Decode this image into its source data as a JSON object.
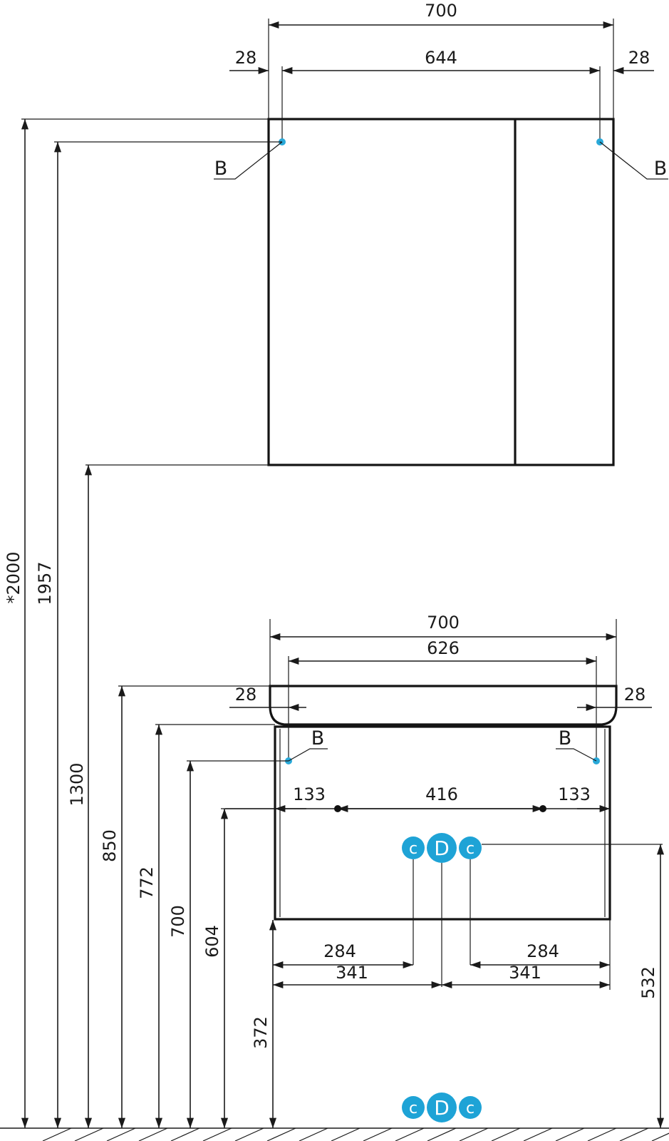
{
  "colors": {
    "line": "#1a1a1a",
    "mount_point": "#29a9d9",
    "connector": "#1ea3d6",
    "connector_text": "#ffffff",
    "screw_hole": "#111111"
  },
  "mirror_cabinet": {
    "dim_width": "700",
    "dim_inner": "644",
    "dim_left_offset": "28",
    "dim_right_offset": "28",
    "mount_label_left": "B",
    "mount_label_right": "B"
  },
  "vanity": {
    "dim_width": "700",
    "dim_inner": "626",
    "dim_left_offset": "28",
    "dim_right_offset": "28",
    "mount_label_left": "B",
    "mount_label_right": "B",
    "dim_hole_left": "133",
    "dim_hole_center": "416",
    "dim_hole_right": "133",
    "dim_pipe_left": "284",
    "dim_pipe_right": "284",
    "dim_half_left": "341",
    "dim_half_right": "341"
  },
  "connectors": {
    "cold": "c",
    "drain": "D",
    "hot": "c"
  },
  "heights": {
    "h_2000": "*2000",
    "h_1957": "1957",
    "h_1300": "1300",
    "h_850": "850",
    "h_772": "772",
    "h_700": "700",
    "h_604": "604",
    "h_372": "372",
    "h_532": "532"
  }
}
